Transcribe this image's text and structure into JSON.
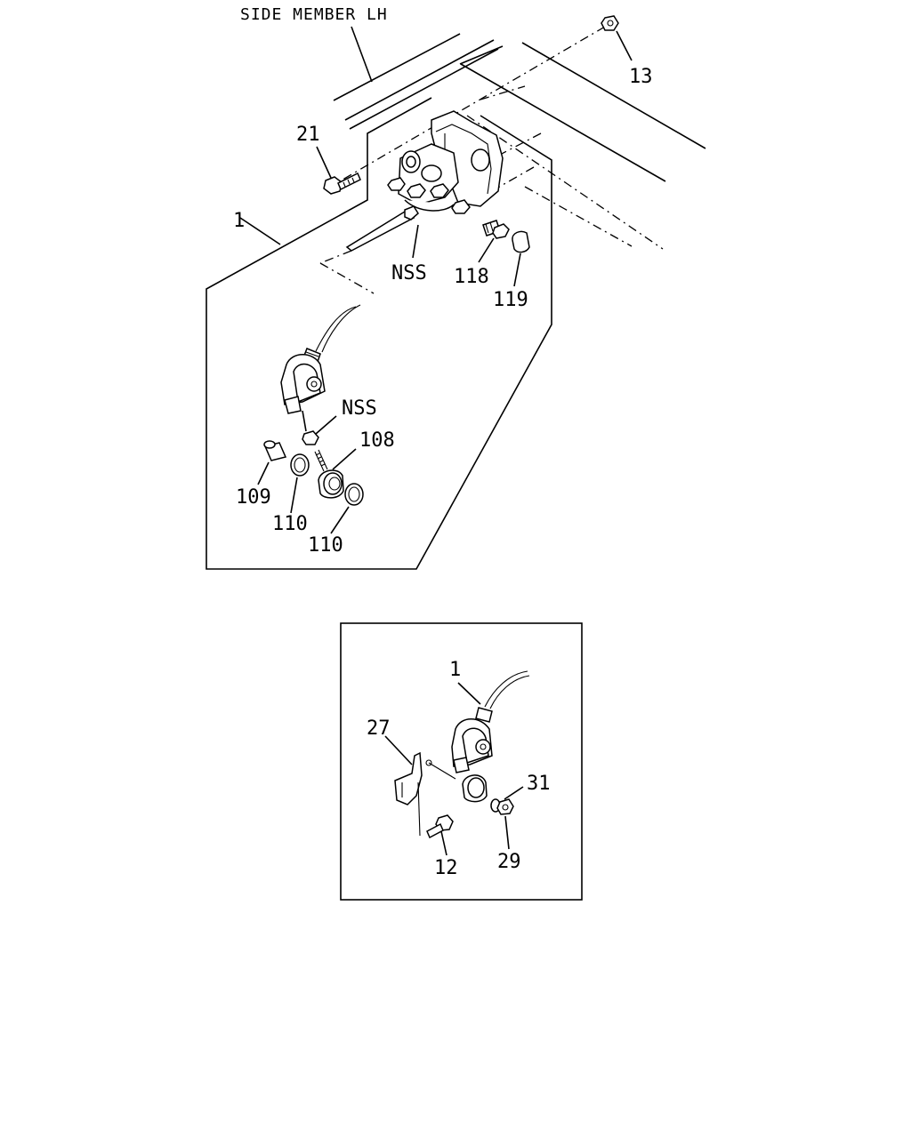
{
  "title": "SIDE MEMBER LH",
  "callouts": {
    "c13": "13",
    "c21": "21",
    "c1": "1",
    "nss_upper": "NSS",
    "c118": "118",
    "c119": "119",
    "nss_lower": "NSS",
    "c108": "108",
    "c109": "109",
    "c110a": "110",
    "c110b": "110"
  },
  "inset": {
    "c1": "1",
    "c27": "27",
    "c31": "31",
    "c12": "12",
    "c29": "29"
  }
}
